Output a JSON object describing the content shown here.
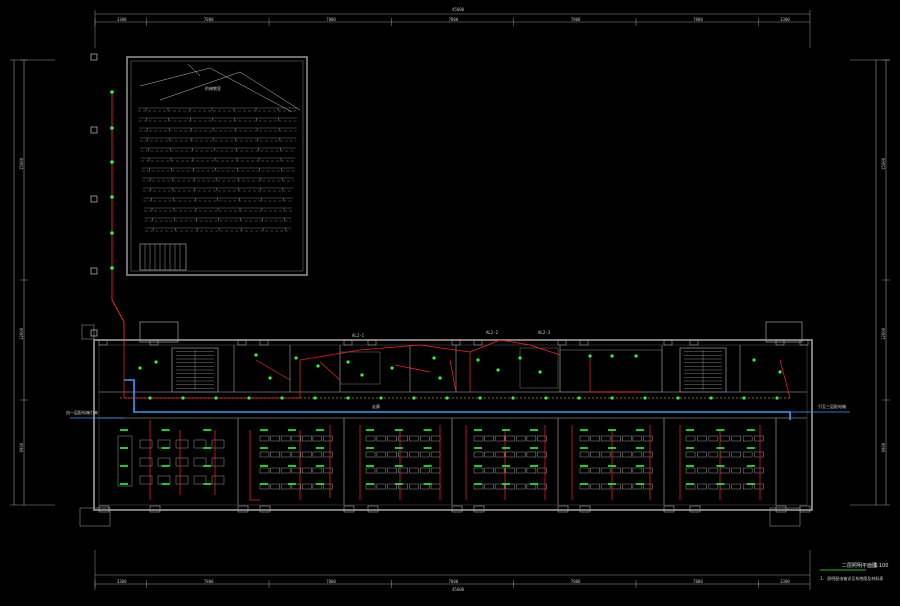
{
  "drawing": {
    "caption_title": "二层照明平面图",
    "caption_scale": "1:100",
    "caption_note": "1. 照明配电箱详见系统图及材料表",
    "dims_top": [
      "3300",
      "7800",
      "7800",
      "7800",
      "7800",
      "7800",
      "3300"
    ],
    "dims_top_total": "45600",
    "dims_bottom": [
      "3300",
      "7800",
      "7800",
      "7800",
      "7800",
      "7800",
      "3300"
    ],
    "dims_bottom_total": "45600",
    "dims_left": [
      "15000",
      "12600",
      "9900"
    ],
    "dims_right": [
      "15000",
      "12600",
      "9900"
    ],
    "labels": {
      "lecture_hall": "阶梯教室",
      "corridor": "走廊",
      "panel_left": "AL2-1",
      "panel_mid": "AL2-2",
      "panel_right": "AL2-3",
      "feed_left": "由一层配电箱引来",
      "feed_right": "引至三层配电箱"
    },
    "colors": {
      "wall": "#8c8c8c",
      "circuit_red": "#ff2020",
      "fixture_green": "#20ff30",
      "trunk_blue": "#2aa0ff",
      "text": "#cfcfcf"
    }
  }
}
